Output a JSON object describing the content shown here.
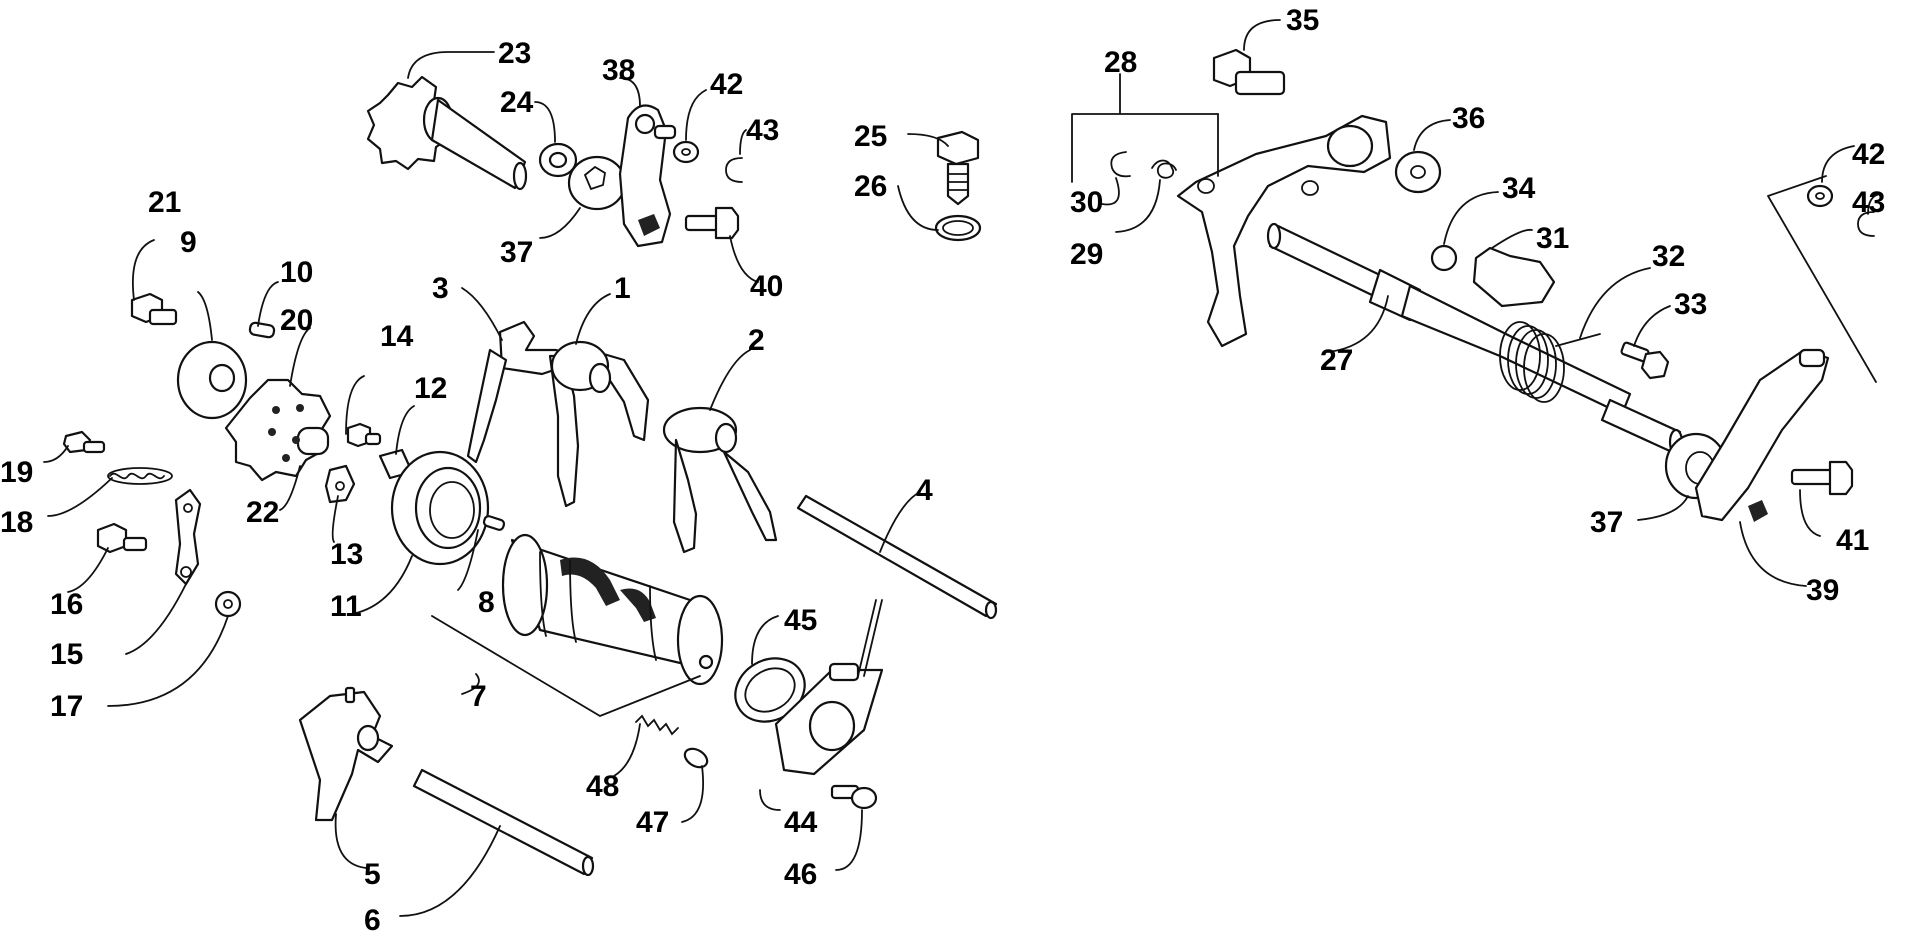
{
  "callouts": {
    "c1": "1",
    "c2": "2",
    "c3": "3",
    "c4": "4",
    "c5": "5",
    "c6": "6",
    "c7": "7",
    "c8": "8",
    "c9": "9",
    "c10": "10",
    "c11": "11",
    "c12": "12",
    "c13": "13",
    "c14": "14",
    "c15": "15",
    "c16": "16",
    "c17": "17",
    "c18": "18",
    "c19": "19",
    "c20": "20",
    "c21": "21",
    "c22": "22",
    "c23": "23",
    "c24": "24",
    "c25": "25",
    "c26": "26",
    "c27": "27",
    "c28": "28",
    "c29": "29",
    "c30": "30",
    "c31": "31",
    "c32": "32",
    "c33": "33",
    "c34": "34",
    "c35": "35",
    "c36": "36",
    "c37a": "37",
    "c37b": "37",
    "c38": "38",
    "c39": "39",
    "c40": "40",
    "c41": "41",
    "c42a": "42",
    "c42b": "42",
    "c43a": "43",
    "c43b": "43",
    "c44": "44",
    "c45": "45",
    "c46": "46",
    "c47": "47",
    "c48": "48"
  }
}
